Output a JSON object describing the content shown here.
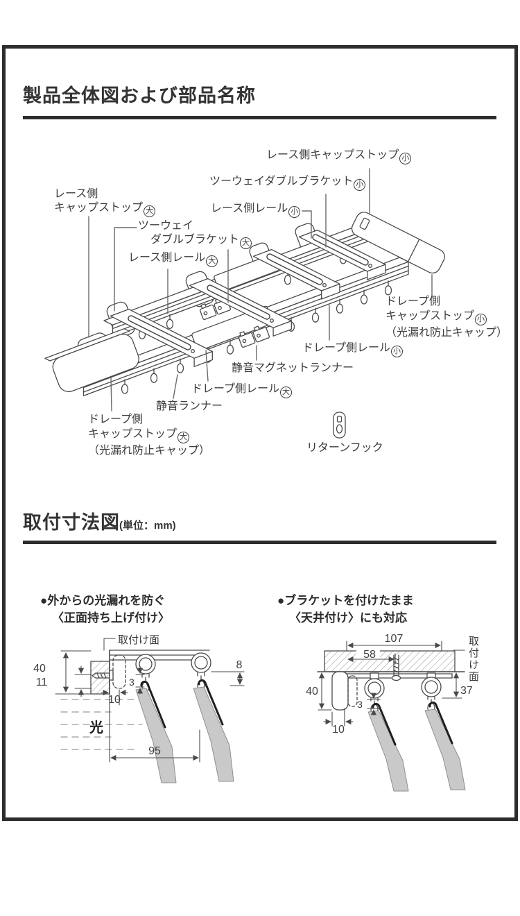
{
  "titles": {
    "section1": "製品全体図および部品名称",
    "section2": "取付寸法図",
    "section2_unit": "(単位：mm)"
  },
  "parts": {
    "lace_cap_small": {
      "text": "レース側キャップストップ",
      "size": "小"
    },
    "twoway_bracket_small": {
      "text": "ツーウェイダブルブラケット",
      "size": "小"
    },
    "lace_cap_large": {
      "line1": "レース側",
      "line2": "キャップストップ",
      "size": "大"
    },
    "lace_rail_small": {
      "text": "レース側レール",
      "size": "小"
    },
    "twoway_bracket_large": {
      "line1": "ツーウェイ",
      "line2": "ダブルブラケット",
      "size": "大"
    },
    "lace_rail_large": {
      "text": "レース側レール",
      "size": "大"
    },
    "drape_cap_small": {
      "line1": "ドレープ側",
      "line2": "キャップストップ",
      "size": "小",
      "note": "（光漏れ防止キャップ）"
    },
    "drape_rail_small": {
      "text": "ドレープ側レール",
      "size": "小"
    },
    "magnet_runner": {
      "text": "静音マグネットランナー"
    },
    "drape_rail_large": {
      "text": "ドレープ側レール",
      "size": "大"
    },
    "silent_runner": {
      "text": "静音ランナー"
    },
    "drape_cap_large": {
      "line1": "ドレープ側",
      "line2": "キャップストップ",
      "size": "大",
      "note": "（光漏れ防止キャップ）"
    },
    "return_hook": {
      "text": "リターンフック"
    }
  },
  "diagram_left": {
    "bullet": "●",
    "heading1": "外からの光漏れを防ぐ",
    "heading2": "〈正面持ち上げ付け〉",
    "surface_label": "取付け面",
    "light_label": "光",
    "dims": {
      "d40": "40",
      "d11": "11",
      "d3": "3",
      "d10": "10",
      "d8": "8",
      "d95": "95"
    }
  },
  "diagram_right": {
    "bullet": "●",
    "heading1": "ブラケットを付けたまま",
    "heading2": "〈天井付け〉にも対応",
    "surface_label": "取付け面",
    "dims": {
      "d107": "107",
      "d58": "58",
      "d40": "40",
      "d37": "37",
      "d3": "3",
      "d10": "10"
    }
  },
  "colors": {
    "line": "#4a4a4a",
    "frame": "#2d2d2d",
    "curtain": "#c9c9c9"
  }
}
